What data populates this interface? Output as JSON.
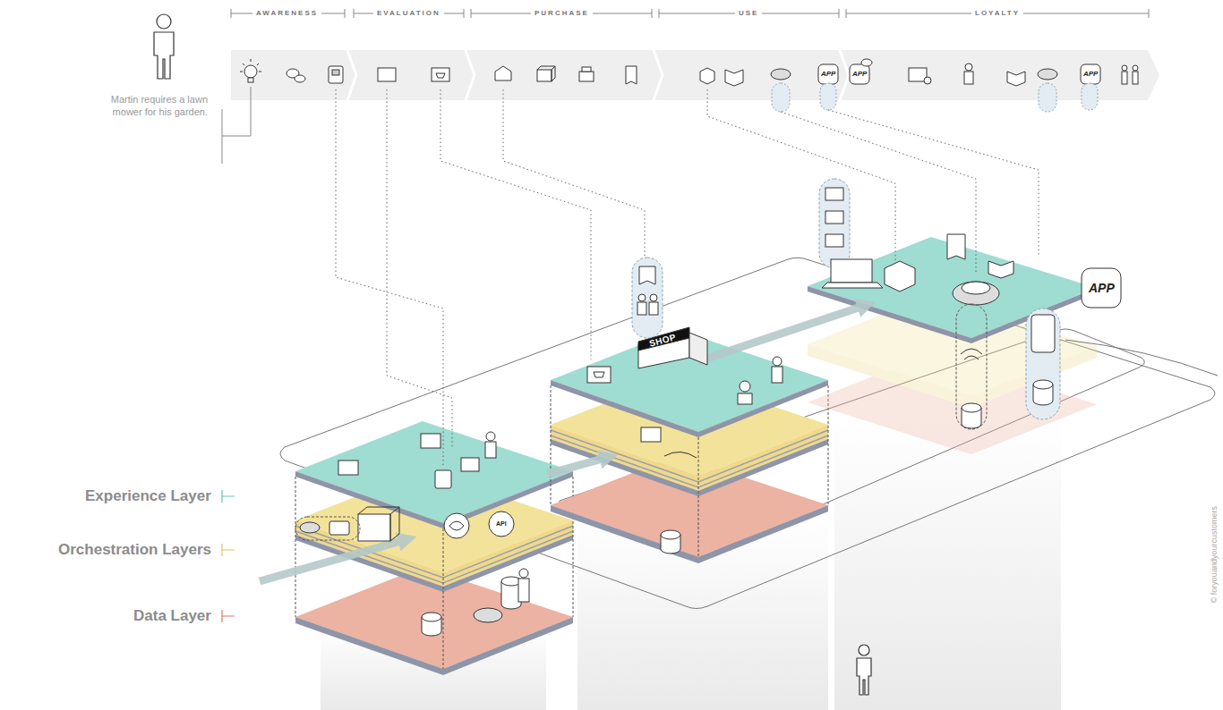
{
  "diagram": {
    "labels": [
      "AWARENESS",
      "EVALUATION",
      "PURCHASE",
      "USE",
      "LOYALTY",
      "Martin requires a lawn mower for his garden.",
      "Experience Layer",
      "Orchestration Layers",
      "Data Layer",
      "SHOP",
      "APP",
      "APP",
      "APP",
      "APP",
      "API",
      "© foryouandyourcustomers"
    ]
  }
}
